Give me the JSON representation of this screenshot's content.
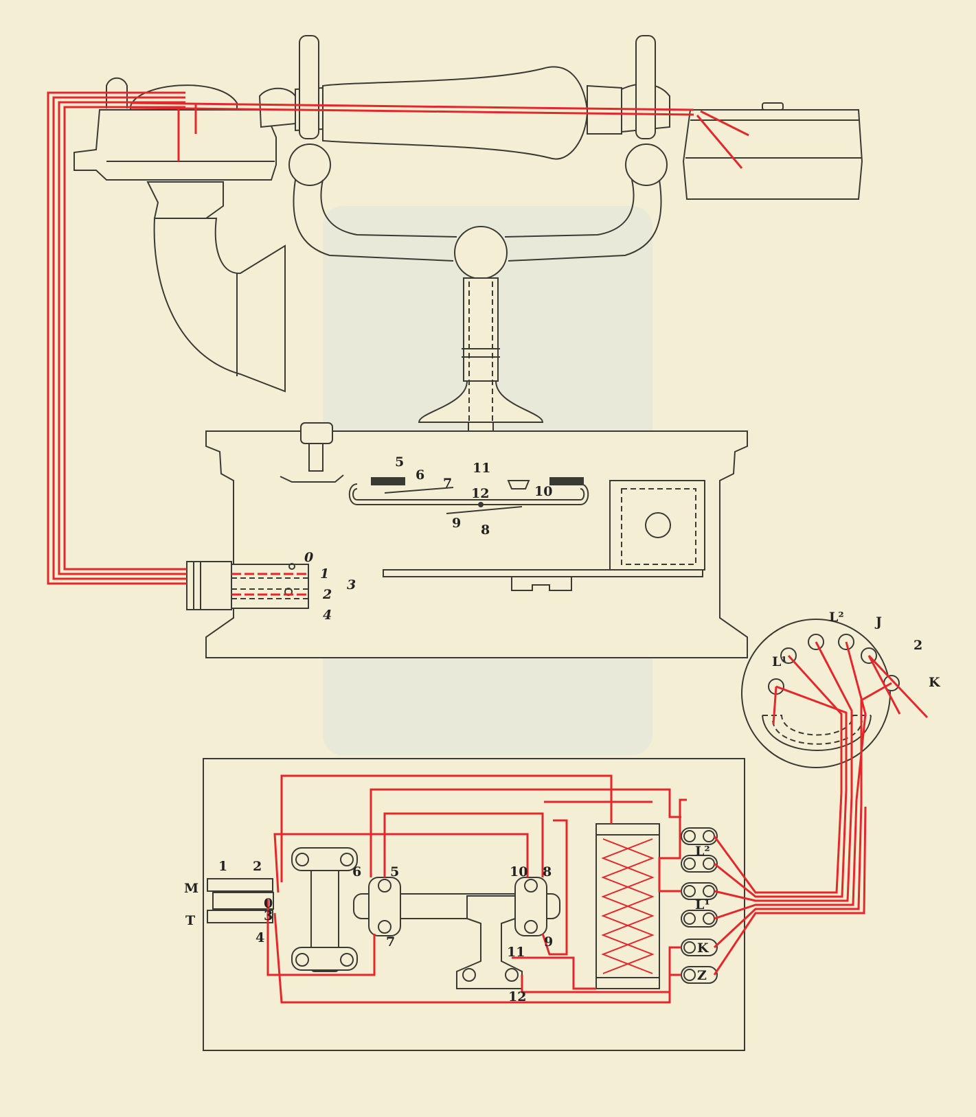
{
  "hook_switch_labels": [
    "5",
    "6",
    "7",
    "11",
    "12",
    "10",
    "9",
    "8"
  ],
  "plug_labels": [
    "0",
    "1",
    "3",
    "2",
    "4"
  ],
  "terminal_block_labels": [
    "L²",
    "J",
    "2",
    "L¹",
    "K"
  ],
  "base_labels": {
    "plug_side": [
      "M",
      "T",
      "1",
      "2",
      "0",
      "3",
      "4"
    ],
    "switch_contacts": [
      "6",
      "5",
      "10",
      "8",
      "7",
      "9",
      "11",
      "12"
    ],
    "terminals": [
      "L²",
      "L¹",
      "K",
      "Z"
    ]
  },
  "colors": {
    "paper": "#f3eed4",
    "ink": "#3a3a34",
    "wire": "#e5262b"
  }
}
